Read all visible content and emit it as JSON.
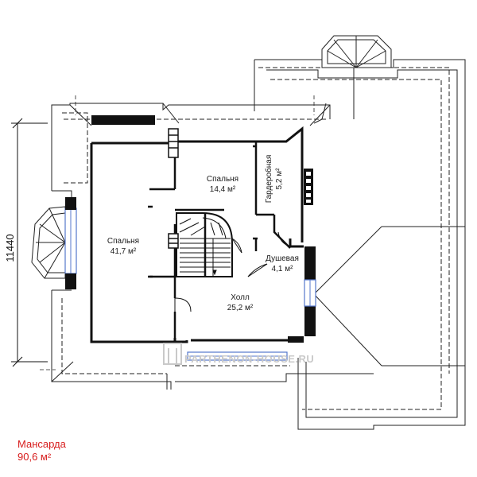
{
  "dimension": {
    "value": "11440"
  },
  "rooms": {
    "bedroom_large": {
      "name": "Спальня",
      "area": "41,7 м²"
    },
    "bedroom_small": {
      "name": "Спальня",
      "area": "14,4 м²"
    },
    "wardrobe": {
      "name": "Гардеробная",
      "area": "5,2 м²"
    },
    "shower": {
      "name": "Душевая",
      "area": "4,1 м²"
    },
    "hall": {
      "name": "Холл",
      "area": "25,2 м²"
    }
  },
  "watermark": {
    "text": "PARTHENON-HOUSE.RU"
  },
  "floor": {
    "name": "Мансарда",
    "area": "90,6 м²"
  }
}
